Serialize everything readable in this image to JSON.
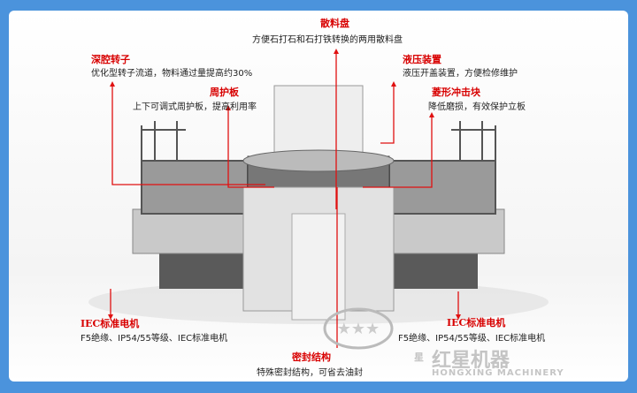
{
  "callouts": {
    "scatter_tray": {
      "title": "散料盘",
      "desc": "方便石打石和石打铁转换的两用散料盘"
    },
    "deep_rotor": {
      "title": "深腔转子",
      "desc": "优化型转子流道，物料通过量提高约30%"
    },
    "guard_plate": {
      "title": "周护板",
      "desc": "上下可调式周护板，提高利用率"
    },
    "hydraulic": {
      "title": "液压装置",
      "desc": "液压开盖装置，方便检修维护"
    },
    "impact_block": {
      "title": "菱形冲击块",
      "desc": "降低磨损，有效保护立板"
    },
    "motor_left": {
      "title": "IEC标准电机",
      "desc": "F5绝缘、IP54/55等级、IEC标准电机"
    },
    "motor_right": {
      "title": "IEC标准电机",
      "desc": "F5绝缘、IP54/55等级、IEC标准电机"
    },
    "seal": {
      "title": "密封结构",
      "desc": "特殊密封结构，可省去油封"
    }
  },
  "watermark": {
    "brand_cn": "红星机器",
    "brand_en": "HONGXING MACHINERY",
    "star_char": "星"
  },
  "colors": {
    "frame": "#4b93dc",
    "label": "#d80000",
    "arrow": "#e01010"
  }
}
